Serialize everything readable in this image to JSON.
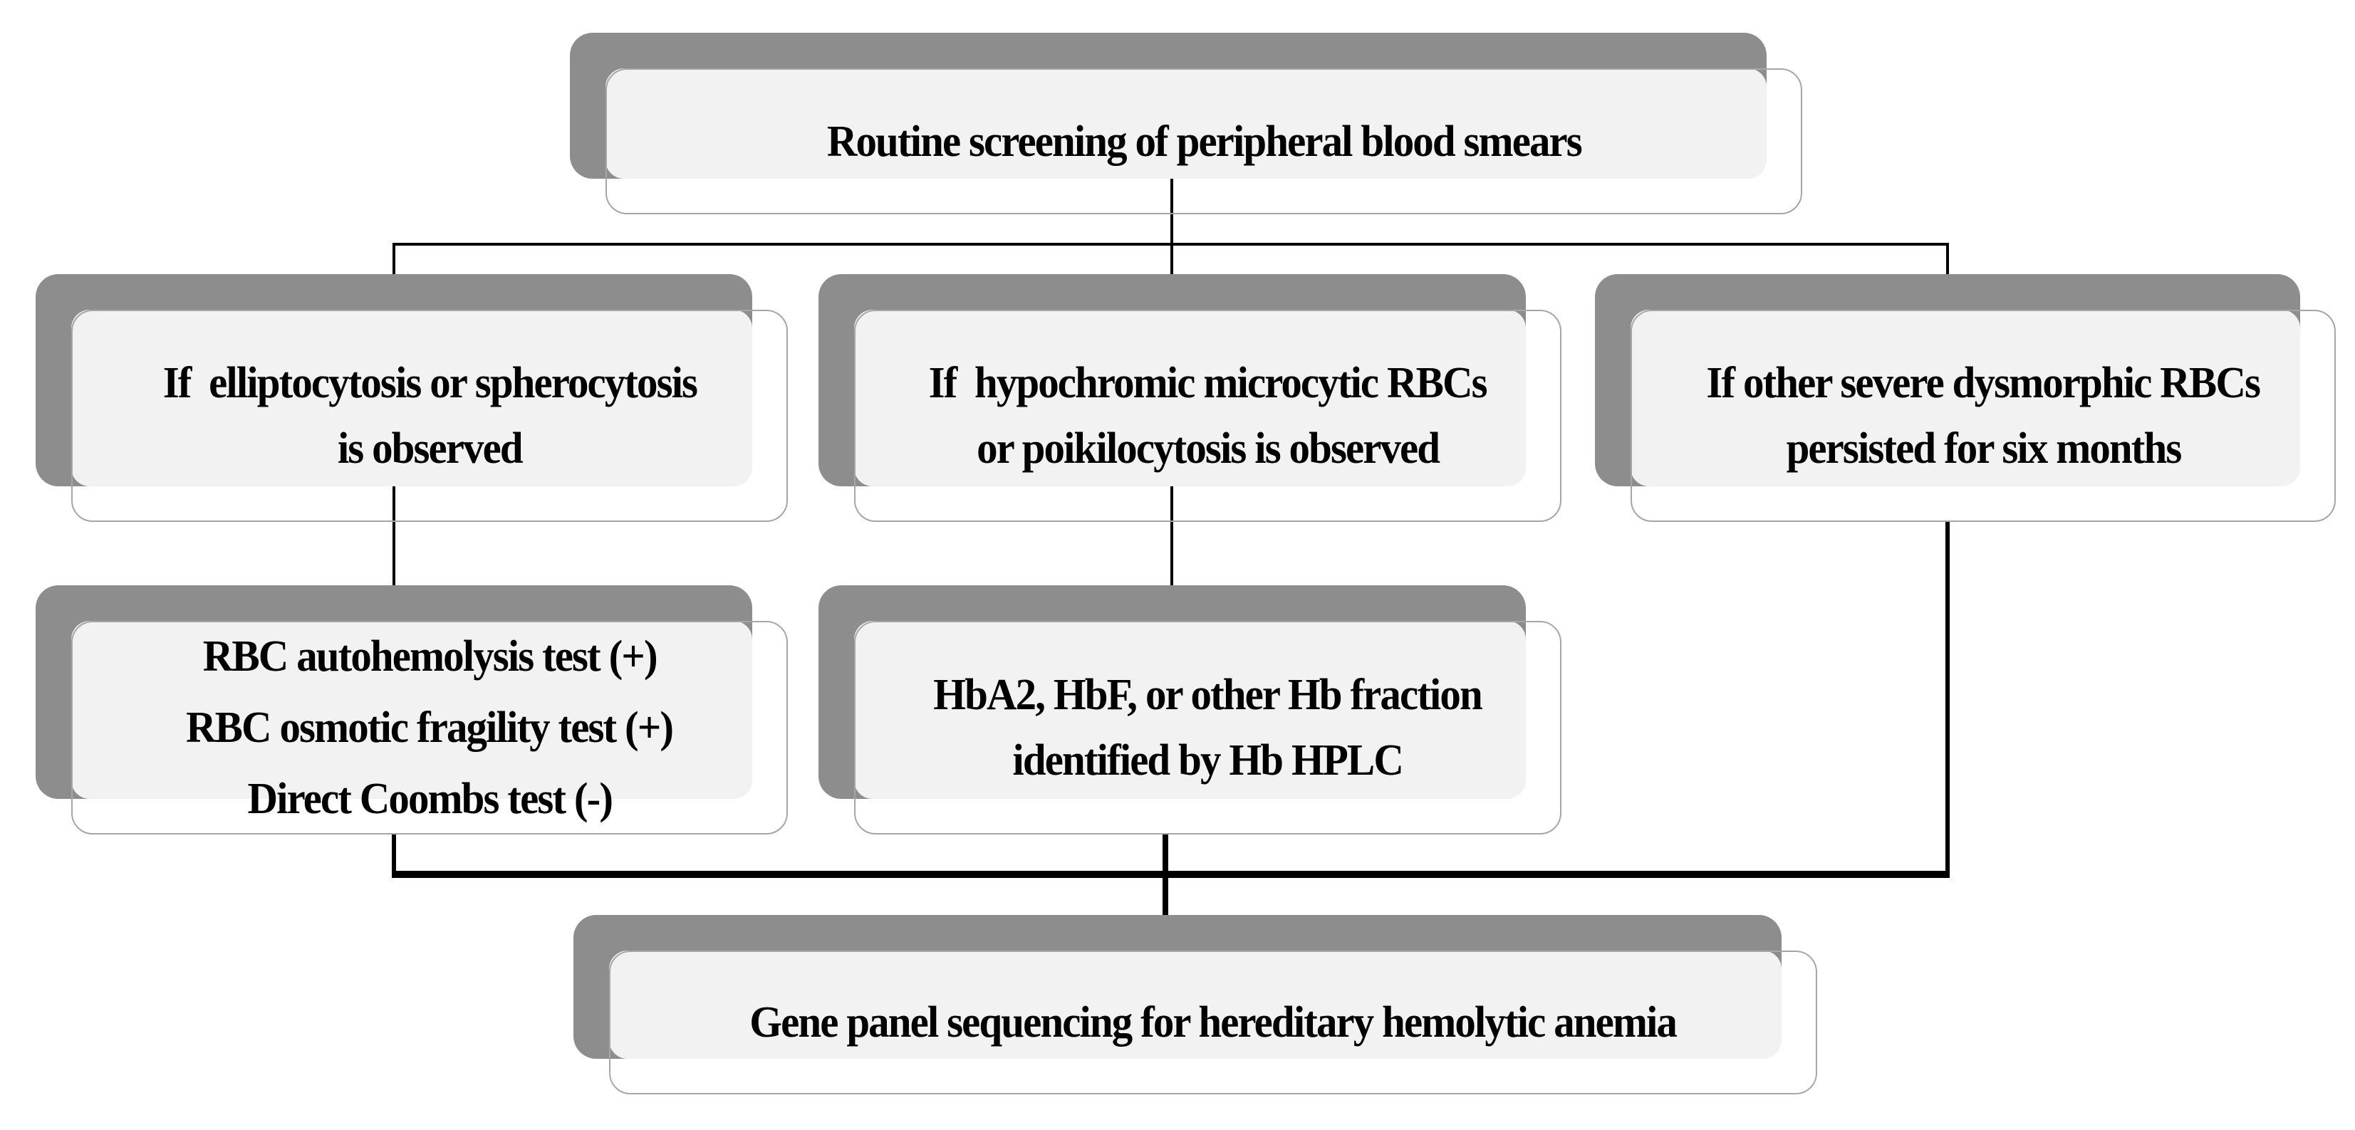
{
  "figure": {
    "type": "flowchart",
    "background": "#ffffff",
    "colors": {
      "shadow": "#8d8d8d",
      "panel_fill": "#f2f2f2",
      "card_background": "#ffffff",
      "card_border": "#a6a6a6",
      "connector": "#000000",
      "text": "#000000"
    },
    "nodes": {
      "top": {
        "lines": [
          "Routine screening of peripheral blood smears"
        ]
      },
      "left_condition": {
        "lines": [
          "If  elliptocytosis or spherocytosis",
          "is observed"
        ]
      },
      "center_condition": {
        "lines": [
          "If  hypochromic microcytic RBCs",
          "or poikilocytosis is observed"
        ]
      },
      "right_condition": {
        "lines": [
          "If other severe dysmorphic RBCs",
          "persisted for six months"
        ]
      },
      "left_tests": {
        "lines": [
          "RBC autohemolysis test (+)",
          "RBC osmotic fragility test (+)",
          "Direct Coombs test (-)"
        ]
      },
      "center_tests": {
        "lines": [
          "HbA2, HbF, or other Hb fraction",
          "identified by Hb HPLC"
        ]
      },
      "final": {
        "lines": [
          "Gene panel sequencing for hereditary hemolytic anemia"
        ]
      }
    }
  }
}
